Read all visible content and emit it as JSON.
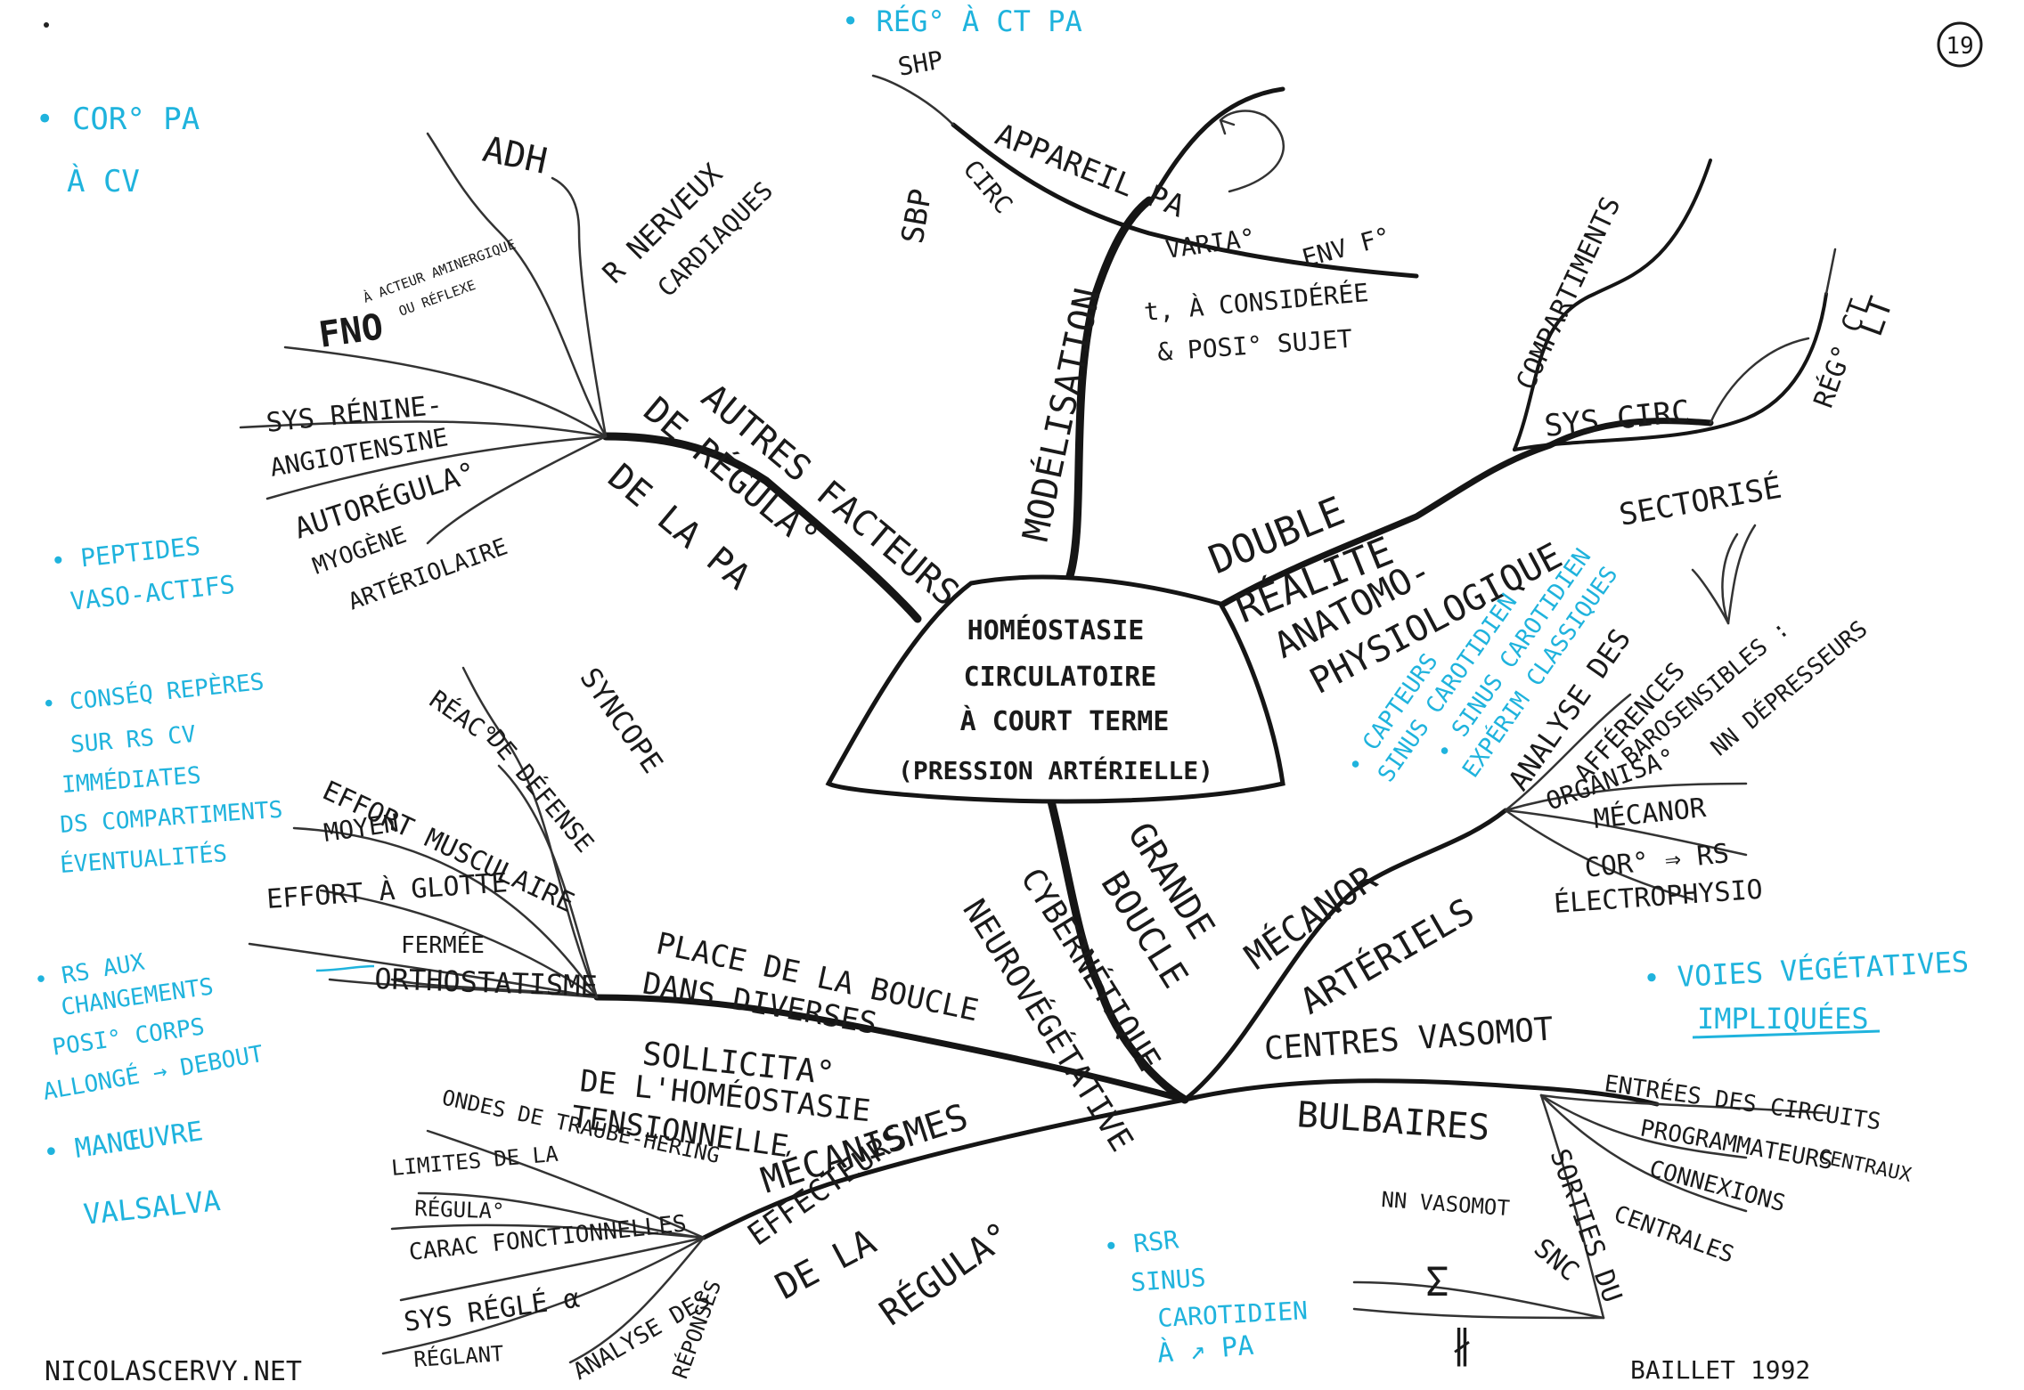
{
  "page_number": "19",
  "center": {
    "lines": [
      "HOMÉOSTASIE",
      "CIRCULATOIRE",
      "À COURT TERME",
      "(PRESSION ARTÉRIELLE)"
    ]
  },
  "branches": {
    "modelisation": {
      "label": "MODÉLISATION",
      "appareil_pa": "APPAREIL PA",
      "shp": "SHP",
      "sbp": "SBP",
      "circ": "CIRC",
      "variation": "VARIA°",
      "env": "ENV F°",
      "t_considere": "t, À CONSIDÉRÉE",
      "posi_sujet": "& POSI° SUJET",
      "note": "• RÉG° À CT PA"
    },
    "double_realite": {
      "label1": "DOUBLE",
      "label2": "RÉALITÉ",
      "anatomo": "ANATOMO-",
      "physio": "PHYSIOLOGIQUE",
      "sectorise": "SECTORISÉ",
      "sys_circ": "SYS CIRC",
      "compartiments": "COMPARTIMENTS",
      "reg_ct": "RÉG° CT",
      "lt": "LT"
    },
    "autres_facteurs": {
      "label1": "AUTRES FACTEURS",
      "label2": "DE RÉGULA°",
      "label3": "DE LA PA",
      "adh": "ADH",
      "r_nerveux": "R NERVEUX",
      "cardiaques": "CARDIAQUES",
      "fno": "FNO",
      "fno_note1": "À ACTEUR AMINERGIQUE",
      "fno_note2": "OU RÉFLEXE",
      "sys_renine1": "SYS RÉNINE-",
      "sys_renine2": "ANGIOTENSINE",
      "autoregula": "AUTORÉGULA°",
      "myogene": "MYOGÈNE",
      "arteriolaire": "ARTÉRIOLAIRE",
      "note_cor": "• COR° PA",
      "note_cv": "À CV",
      "note_peptides1": "• PEPTIDES",
      "note_peptides2": "VASO-ACTIFS"
    },
    "grande_boucle": {
      "label1": "GRANDE",
      "label2": "BOUCLE",
      "cybernetique": "CYBERNÉTIQUE",
      "neurovegetative": "NEUROVÉGÉTATIVE",
      "mecanor": "MÉCANOR",
      "arteriels": "ARTÉRIELS",
      "analyse_des": "ANALYSE DES",
      "afferences": "AFFÉRENCES",
      "organisa": "ORGANISA°",
      "barosensibles": "BAROSENSIBLES :",
      "nn_depresseurs": "NN DÉPRESSEURS",
      "mecanor2": "MÉCANOR",
      "cor_rs": "COR° ⇒ RS",
      "electrophysio": "ÉLECTROPHYSIO",
      "note_capteurs1": "• CAPTEURS",
      "note_capteurs2": "SINUS CAROTIDIEN",
      "note_sinus": "• SINUS CAROTIDIEN",
      "note_expem": "EXPÉRIM CLASSIQUES",
      "centres_vasomot": "CENTRES VASOMOT",
      "bulbaires": "BULBAIRES",
      "entrees": "ENTRÉES DES CIRCUITS",
      "programmateurs": "PROGRAMMATEURS",
      "centraux": "CENTRAUX",
      "connexions": "CONNEXIONS",
      "centrales": "CENTRALES",
      "sorties_du": "SORTIES DU",
      "snc": "SNC",
      "nn_vasomot": "NN VASOMOT",
      "sigma": "Σ",
      "para": "∦",
      "note_voies1": "• VOIES VÉGÉTATIVES",
      "note_voies2": "IMPLIQUÉES",
      "note_rsr1": "• RSR",
      "note_rsr2": "SINUS",
      "note_rsr3": "CAROTIDIEN",
      "note_rsr4": "À ↗ PA"
    },
    "place_boucle": {
      "label1": "PLACE DE LA BOUCLE",
      "label2": "DANS DIVERSES",
      "syncope": "SYNCOPE",
      "reac_defense1": "RÉAC°",
      "reac_defense2": "DE DÉFENSE",
      "effort_musc": "EFFORT MUSCULAIRE",
      "moyen": "MOYEN",
      "effort_glotte": "EFFORT À GLOTTE",
      "fermee": "FERMÉE",
      "orthostatisme": "ORTHOSTATISME",
      "note_reperes1": "• CONSÉQ REPÈRES",
      "note_reperes2": "SUR RS CV",
      "note_reperes3": "IMMÉDIATES",
      "note_reperes4": "DS COMPARTIMENTS",
      "note_reperes5": "ÉVENTUALITÉS",
      "note_posi1": "• RS AUX",
      "note_posi2": "CHANGEMENTS",
      "note_posi3": "POSI° CORPS",
      "note_posi4": "ALLONGÉ → DEBOUT",
      "note_valsalva1": "• MANŒUVRE",
      "note_valsalva2": "VALSALVA"
    },
    "sollicitation": {
      "label1": "SOLLICITA°",
      "label2": "DE L'HOMÉOSTASIE",
      "label3": "TENSIONNELLE"
    },
    "mecanismes": {
      "label1": "MÉCANISMES",
      "label2": "EFFECTEURS",
      "label3": "DE LA",
      "label4": "RÉGULA°",
      "ondes": "ONDES DE TRAUBE-HERING",
      "limites1": "LIMITES DE LA",
      "limites2": "RÉGULA°",
      "carac": "CARAC FONCTIONNELLES",
      "sys_regle": "SYS RÉGLÉ α",
      "reglant": "RÉGLANT",
      "analyse_reponses1": "ANALYSE DES",
      "analyse_reponses2": "RÉPONSES"
    }
  },
  "footer": {
    "website": "NICOLASCERVY.NET",
    "credit": "BAILLET 1992"
  }
}
